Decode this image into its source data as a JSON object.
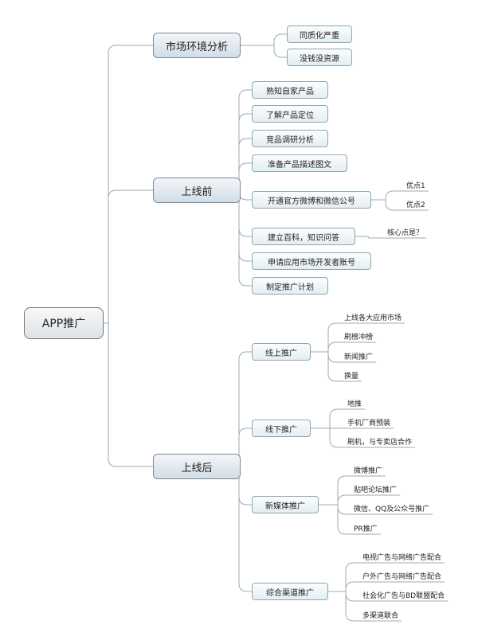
{
  "root": {
    "label": "APP推广"
  },
  "market": {
    "label": "市场环境分析",
    "items": [
      "同质化严重",
      "没钱没资源"
    ]
  },
  "before": {
    "label": "上线前",
    "items": [
      "熟知自家产品",
      "了解产品定位",
      "竞品调研分析",
      "准备产品描述图文",
      "开通官方微博和微信公号",
      "建立百科，知识问答",
      "申请应用市场开发者账号",
      "制定推广计划"
    ],
    "weibo_leaves": [
      "优点1",
      "优点2"
    ],
    "baike_leaf": "核心点是？"
  },
  "after": {
    "label": "上线后",
    "online": {
      "label": "线上推广",
      "items": [
        "上线各大应用市场",
        "刷榜冲榜",
        "新闻推广",
        "换量"
      ]
    },
    "offline": {
      "label": "线下推广",
      "items": [
        "地推",
        "手机厂商预装",
        "刷机，与专卖店合作"
      ]
    },
    "media": {
      "label": "新媒体推广",
      "items": [
        "微博推广",
        "贴吧论坛推广",
        "微信、QQ及公众号推广",
        "PR推广"
      ]
    },
    "combo": {
      "label": "综合渠道推广",
      "items": [
        "电视广告与网络广告配合",
        "户外广告与网络广告配合",
        "社会化广告与BD联盟配合",
        "多渠道联合"
      ]
    }
  }
}
